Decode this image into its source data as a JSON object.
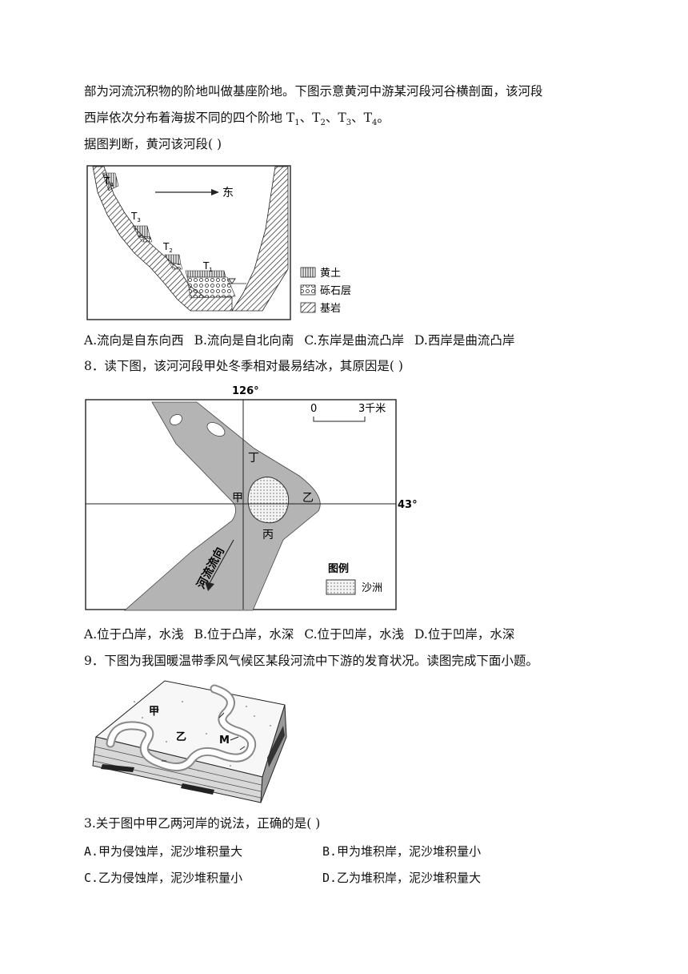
{
  "intro": {
    "line1": "部为河流沉积物的阶地叫做基座阶地。下图示意黄河中游某河段河谷横剖面，该河段",
    "line2_prefix": "西岸依次分布着海拔不同的四个阶地 T",
    "line2_end": "。",
    "line3": "据图判断，黄河该河段(    )"
  },
  "fig1": {
    "direction": "东",
    "terraces": [
      "T4",
      "T3",
      "T2",
      "T1"
    ],
    "legend": [
      "黄土",
      "砾石层",
      "基岩"
    ]
  },
  "q7_options": [
    "A.流向是自东向西",
    "B.流向是自北向南",
    "C.东岸是曲流凸岸",
    "D.西岸是曲流凸岸"
  ],
  "q8": {
    "stem": "8．读下图，该河河段甲处冬季相对最易结冰，其原因是(    )",
    "options": [
      "A.位于凸岸，水浅",
      "B.位于凸岸，水深",
      "C.位于凹岸，水浅",
      "D.位于凹岸，水深"
    ]
  },
  "fig2": {
    "lon": "126°",
    "lat": "43°",
    "scale_zero": "0",
    "scale_end": "3千米",
    "labels": [
      "丁",
      "甲",
      "乙",
      "丙"
    ],
    "flow": "河流流向",
    "legend_title": "图例",
    "legend_item": "沙洲"
  },
  "q9": {
    "stem": "9．下图为我国暖温带季风气候区某段河流中下游的发育状况。读图完成下面小题。"
  },
  "fig3": {
    "labels": [
      "甲",
      "乙",
      "M"
    ]
  },
  "q3": {
    "stem": "3.关于图中甲乙两河岸的说法，正确的是(    )",
    "options": [
      "A.甲为侵蚀岸，泥沙堆积量大",
      "B.甲为堆积岸，泥沙堆积量小",
      "C.乙为侵蚀岸，泥沙堆积量小",
      "D.乙为堆积岸，泥沙堆积量大"
    ]
  }
}
